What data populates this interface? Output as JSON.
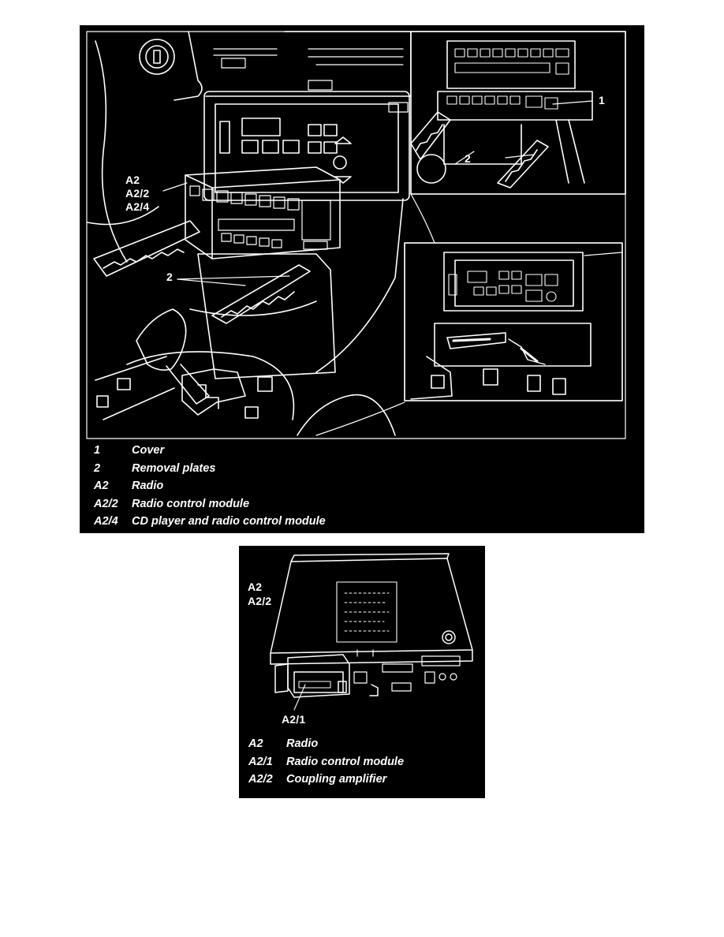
{
  "figure1": {
    "callouts": {
      "group_label_1": "A2",
      "group_label_2": "A2/2",
      "group_label_3": "A2/4",
      "removal_plates_main": "2",
      "cover_inset": "1",
      "removal_plates_inset": "2"
    },
    "legend": [
      {
        "key": "1",
        "value": "Cover"
      },
      {
        "key": "2",
        "value": "Removal plates"
      },
      {
        "key": "A2",
        "value": "Radio"
      },
      {
        "key": "A2/2",
        "value": "Radio control module"
      },
      {
        "key": "A2/4",
        "value": "CD player and radio control module"
      }
    ]
  },
  "figure2": {
    "callouts": {
      "unit_label_1": "A2",
      "unit_label_2": "A2/2",
      "module_label": "A2/1"
    },
    "legend": [
      {
        "key": "A2",
        "value": "Radio"
      },
      {
        "key": "A2/1",
        "value": "Radio control module"
      },
      {
        "key": "A2/2",
        "value": "Coupling amplifier"
      }
    ]
  }
}
